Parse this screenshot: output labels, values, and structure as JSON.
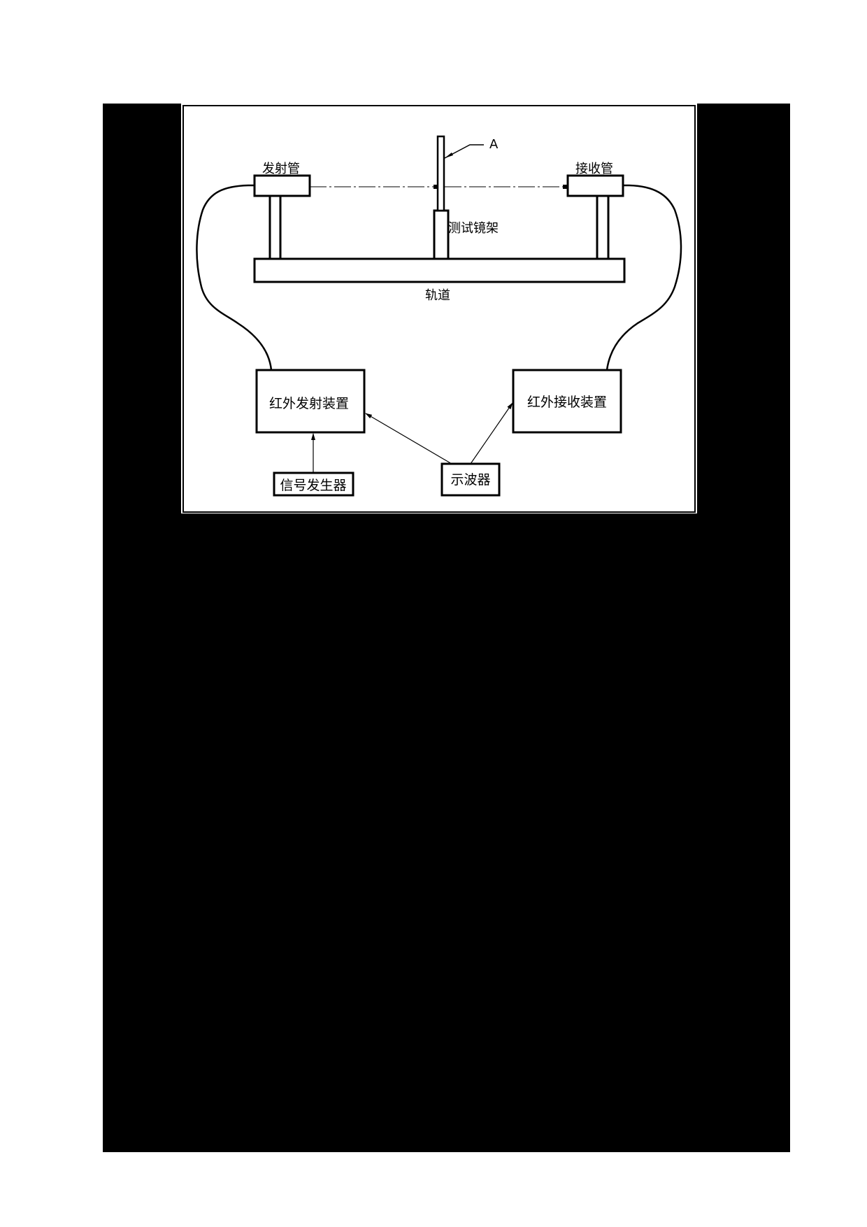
{
  "figure": {
    "background": "#000000",
    "panel_background": "#ffffff",
    "line_color": "#000000"
  },
  "labels": {
    "emitter_tube": "发射管",
    "receiver_tube": "接收管",
    "pointer_label": "A",
    "test_mirror_mount": "测试镜架",
    "rail": "轨道",
    "ir_emitter_device": "红外发射装置",
    "ir_receiver_device": "红外接收装置",
    "signal_generator": "信号发生器",
    "oscilloscope": "示波器"
  }
}
